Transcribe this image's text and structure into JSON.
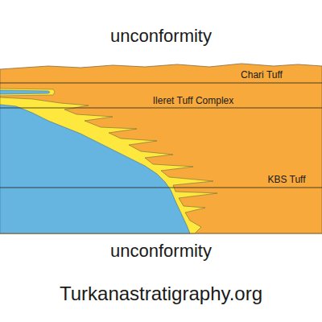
{
  "diagram": {
    "labels": [
      "unconformity",
      "Chari Tuff",
      "Ileret Tuff Complex",
      "KBS Tuff",
      "unconformity",
      "Turkanastratigraphy.org"
    ]
  }
}
